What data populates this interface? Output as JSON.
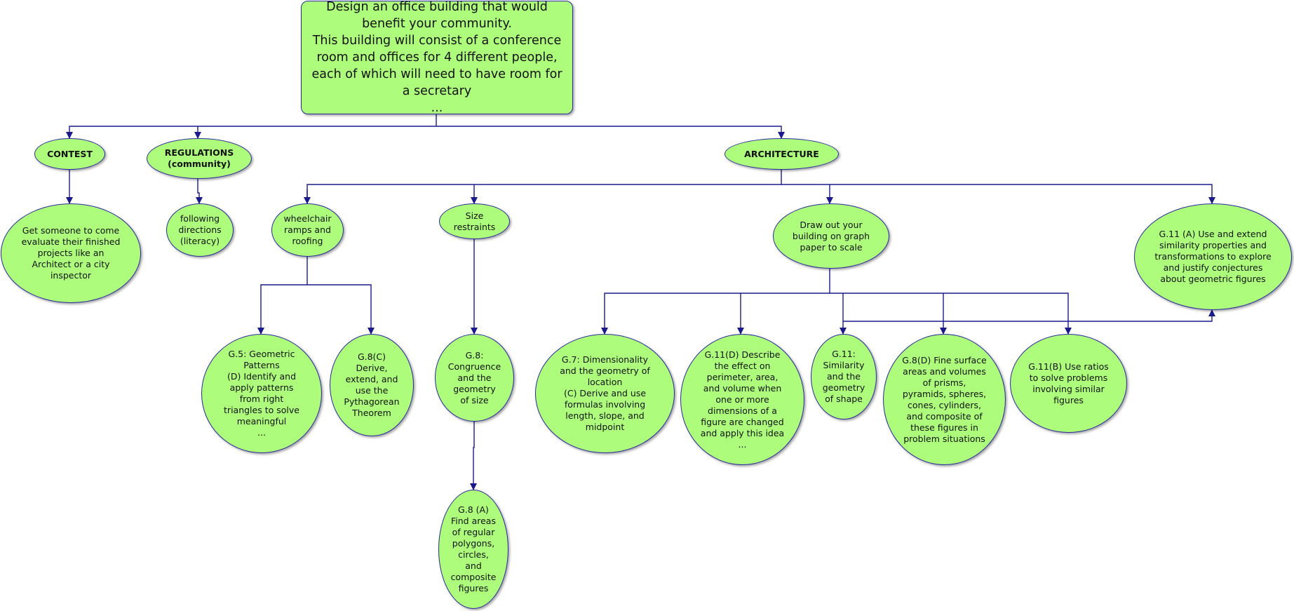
{
  "root": {
    "text": "Design an office building that would benefit your community.\nThis building will consist of a conference room and offices for 4 different people, each of which will need to have room for a secretary\n..."
  },
  "categories": {
    "contest": "CONTEST",
    "regulations": "REGULATIONS\n(community)",
    "architecture": "ARCHITECTURE"
  },
  "nodes": {
    "contest_eval": "Get someone to come evaluate their finished projects like an Architect or a city inspector",
    "following_directions": "following directions (literacy)",
    "wheelchair": "wheelchair ramps and roofing",
    "size_restraints": "Size restraints",
    "draw_out": "Draw out your building on graph paper to scale",
    "g11a": "G.11 (A) Use and extend similarity properties and transformations to explore and justify conjectures about geometric figures",
    "g5": "G.5: Geometric Patterns\n(D) Identify and apply patterns from right triangles to solve meaningful\n...",
    "g8c": "G.8(C)\nDerive, extend, and use the Pythagorean Theorem",
    "g8": "G.8: Congruence and the geometry of size",
    "g8a": "G.8 (A)\nFind areas of regular polygons, circles, and composite figures",
    "g7": "G.7: Dimensionality and the geometry of location\n(C) Derive and use formulas involving length, slope, and midpoint",
    "g11d": "G.11(D) Describe the effect on perimeter, area, and volume when one or more dimensions of a figure are changed and apply this idea\n...",
    "g11": "G.11: Similarity and the geometry of shape",
    "g8d": "G.8(D) Fine surface areas and volumes of prisms, pyramids, spheres, cones, cylinders, and composite of these figures in problem situations",
    "g11b": "G.11(B) Use ratios to solve problems involving similar figures"
  },
  "colors": {
    "node_fill": "#adfc7c",
    "edge": "#1a1a8c",
    "node_border": "#2b2b9e"
  }
}
